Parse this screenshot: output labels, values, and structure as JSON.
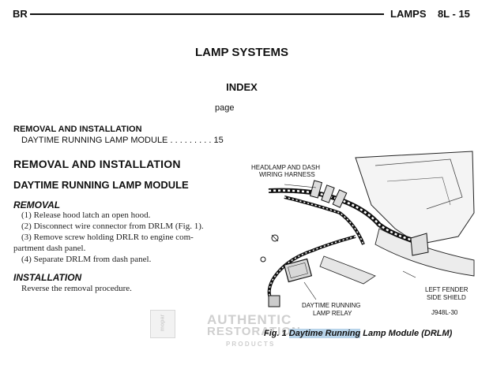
{
  "header": {
    "left": "BR",
    "section": "LAMPS",
    "page": "8L - 15"
  },
  "title": "LAMP SYSTEMS",
  "index": {
    "heading": "INDEX",
    "page_label": "page",
    "group": "REMOVAL AND INSTALLATION",
    "entry_label": "DAYTIME RUNNING LAMP MODULE",
    "entry_leader": ". . . . . . . . .",
    "entry_page": "15"
  },
  "section": {
    "heading": "REMOVAL AND INSTALLATION",
    "subheading": "DAYTIME RUNNING LAMP MODULE",
    "removal": {
      "heading": "REMOVAL",
      "steps": [
        "(1) Release hood latch an open hood.",
        "(2) Disconnect wire connector from DRLM (Fig. 1).",
        "(3) Remove screw holding DRLR to engine com-",
        "partment dash panel.",
        "(4) Separate DRLM from dash panel."
      ]
    },
    "installation": {
      "heading": "INSTALLATION",
      "text": "Reverse the removal procedure."
    }
  },
  "figure": {
    "labels": {
      "harness_1": "HEADLAMP AND DASH",
      "harness_2": "WIRING HARNESS",
      "fender_1": "LEFT FENDER",
      "fender_2": "SIDE SHIELD",
      "relay_1": "DAYTIME RUNNING",
      "relay_2": "LAMP RELAY",
      "code": "J948L-30"
    },
    "caption_prefix": "Fig. 1 ",
    "caption_highlight": "Daytime Running",
    "caption_suffix": " Lamp Module (DRLM)"
  },
  "watermark": {
    "line1": "AUTHENTIC",
    "line2": "RESTORATION",
    "line3": "P R O D U C T S",
    "badge": "mopar"
  },
  "colors": {
    "highlight": "#b8d4ea",
    "watermark": "#cfcfcf"
  }
}
